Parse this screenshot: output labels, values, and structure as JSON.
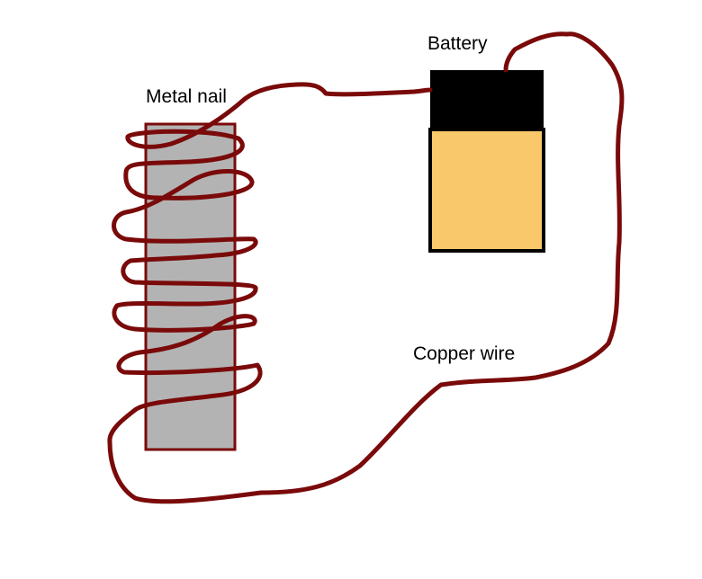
{
  "labels": {
    "metal_nail": "Metal nail",
    "battery": "Battery",
    "copper_wire": "Copper wire"
  },
  "colors": {
    "wire": "#7a0a0a",
    "nail_fill": "#b3b3b3",
    "battery_cap": "#000000",
    "battery_body": "#f8c86a",
    "outline": "#000000"
  }
}
